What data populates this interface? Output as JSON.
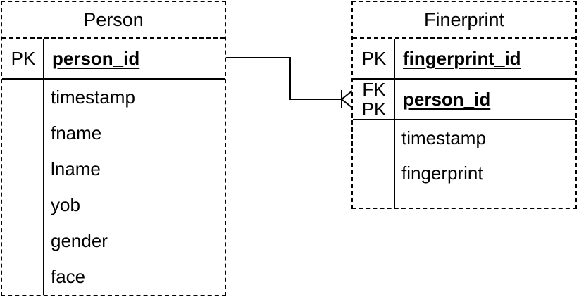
{
  "diagram": {
    "type": "entity-relationship",
    "background_color": "#ffffff",
    "line_color": "#000000",
    "text_color": "#000000"
  },
  "tables": [
    {
      "title": "Person",
      "key_rows": [
        {
          "labels": [
            "PK"
          ],
          "field": "person_id"
        }
      ],
      "attributes": [
        "timestamp",
        "fname",
        "lname",
        "yob",
        "gender",
        "face"
      ]
    },
    {
      "title": "Finerprint",
      "key_rows": [
        {
          "labels": [
            "PK"
          ],
          "field": "fingerprint_id"
        },
        {
          "labels": [
            "FK",
            "PK"
          ],
          "field": "person_id"
        }
      ],
      "attributes": [
        "timestamp",
        "fingerprint"
      ]
    }
  ],
  "relationship": {
    "cardinality": "one-to-many",
    "from": {
      "table": "Person",
      "field": "person_id"
    },
    "to": {
      "table": "Finerprint",
      "field": "person_id"
    },
    "many_end_marker": "crows-foot-with-bar"
  }
}
